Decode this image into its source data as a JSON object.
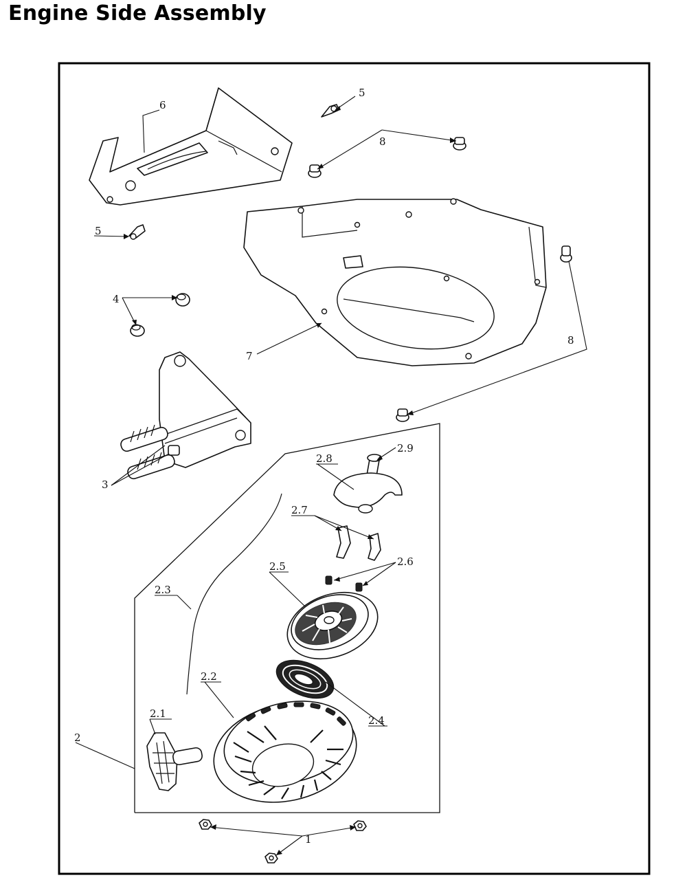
{
  "title": "Engine Side Assembly",
  "callouts": {
    "c1": "1",
    "c2": "2",
    "c2_1": "2.1",
    "c2_2": "2.2",
    "c2_3": "2.3",
    "c2_4": "2.4",
    "c2_5": "2.5",
    "c2_6": "2.6",
    "c2_7": "2.7",
    "c2_8": "2.8",
    "c2_9": "2.9",
    "c3": "3",
    "c4": "4",
    "c5a": "5",
    "c5b": "5",
    "c6": "6",
    "c7": "7",
    "c8a": "8",
    "c8b": "8"
  }
}
